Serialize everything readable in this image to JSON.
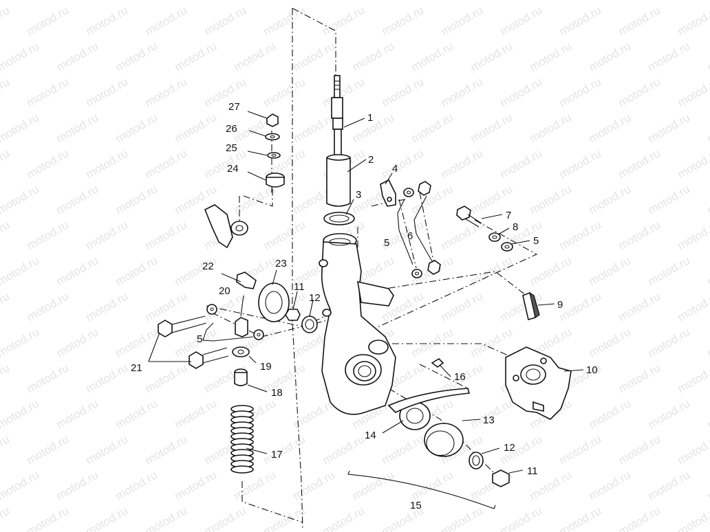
{
  "watermark": "motod.ru",
  "labels": [
    "1",
    "2",
    "3",
    "4",
    "5",
    "6",
    "7",
    "8",
    "5",
    "9",
    "10",
    "11",
    "12",
    "13",
    "14",
    "15",
    "16",
    "17",
    "18",
    "19",
    "5",
    "20",
    "21",
    "22",
    "23",
    "24",
    "25",
    "26",
    "27",
    "11",
    "12"
  ],
  "colors": {
    "line": "#111111",
    "watermark": "#e4e4e4",
    "background": "#ffffff"
  }
}
